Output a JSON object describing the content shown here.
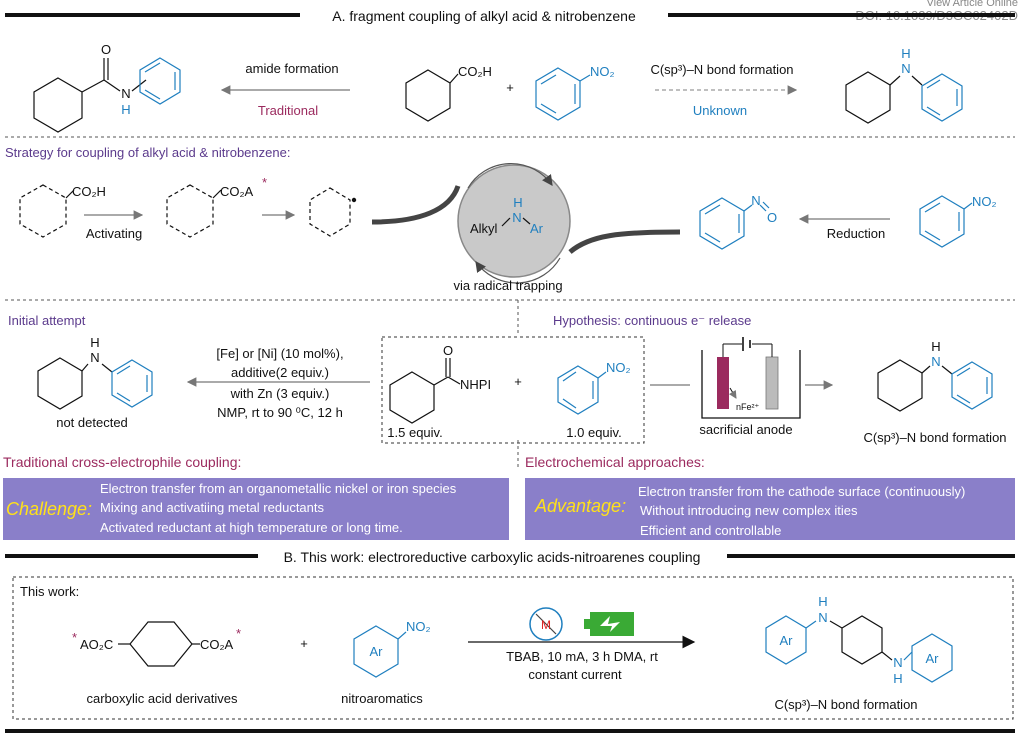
{
  "watermark": {
    "line1": "View Article Online",
    "line2": "DOI: 10.1039/D3GC02402D"
  },
  "sectionA": {
    "title": "A. fragment coupling of alkyl acid & nitrobenzene",
    "amide_formation": "amide formation",
    "traditional": "Traditional",
    "csp3_n_formation": "C(sp³)–N bond formation",
    "unknown": "Unknown",
    "co2h": "CO₂H",
    "no2": "NO₂",
    "plus": "+",
    "h": "H",
    "n": "N",
    "o": "O"
  },
  "strategy": {
    "title": "Strategy for coupling of alkyl acid & nitrobenzene:",
    "co2h": "CO₂H",
    "co2a": "CO₂A",
    "star": "*",
    "activating": "Activating",
    "reduction": "Reduction",
    "via_radical": "via radical trapping",
    "alkyl": "Alkyl",
    "ar": "Ar",
    "n": "N",
    "h": "H",
    "no2": "NO₂",
    "nitroso_n": "N",
    "nitroso_o": "O"
  },
  "initial": {
    "title": "Initial attempt",
    "conditions": [
      "[Fe] or [Ni]  (10 mol%),",
      "additive(2 equiv.)",
      "with Zn (3 equiv.)",
      "NMP, rt to 90 ⁰C, 12 h"
    ],
    "not_detected": "not detected",
    "nhpi": "NHPI",
    "equiv_15": "1.5 equiv.",
    "equiv_10": "1.0 equiv.",
    "no2": "NO₂",
    "plus": "+",
    "o": "O",
    "h": "H",
    "n": "N"
  },
  "hypothesis": {
    "title": "Hypothesis: continuous e⁻ release",
    "sacrificial": "sacrificial anode",
    "nfe": "nFe²⁺",
    "csp3_n_formation": "C(sp³)–N bond formation",
    "h": "H",
    "n": "N"
  },
  "traditional_box": {
    "title": "Traditional cross-electrophile coupling:",
    "label": "Challenge:",
    "lines": [
      "Electron transfer from an organometallic nickel or iron species",
      "Mixing and activatiing metal reductants",
      "Activated reductant at high temperature or long time."
    ]
  },
  "electro_box": {
    "title": "Electrochemical approaches:",
    "label": "Advantage:",
    "lines": [
      "Electron transfer from the cathode surface (continuously)",
      "Without introducing new complex ities",
      "Efficient and controllable"
    ]
  },
  "sectionB": {
    "title": "B. This work: electroreductive carboxylic acids-nitroarenes coupling",
    "this_work": "This work:",
    "ao2c": "AO₂C",
    "co2a": "CO₂A",
    "star": "*",
    "plus": "+",
    "no2": "NO₂",
    "ar": "Ar",
    "conditions": "TBAB, 10 mA, 3 h DMA, rt",
    "constant": "constant current",
    "m": "M",
    "carboxylic": "carboxylic acid derivatives",
    "nitroaromatics": "nitroaromatics",
    "csp3_n_formation": "C(sp³)–N bond formation",
    "h": "H",
    "n": "N"
  },
  "colors": {
    "accent_blue": "#1f7fbf",
    "magenta": "#9b2a5e",
    "purple": "#5b3a8c",
    "box_fill": "#8a7fc9",
    "box_yellow": "#ffe11a",
    "cycle_gray": "#c9c9c9"
  }
}
